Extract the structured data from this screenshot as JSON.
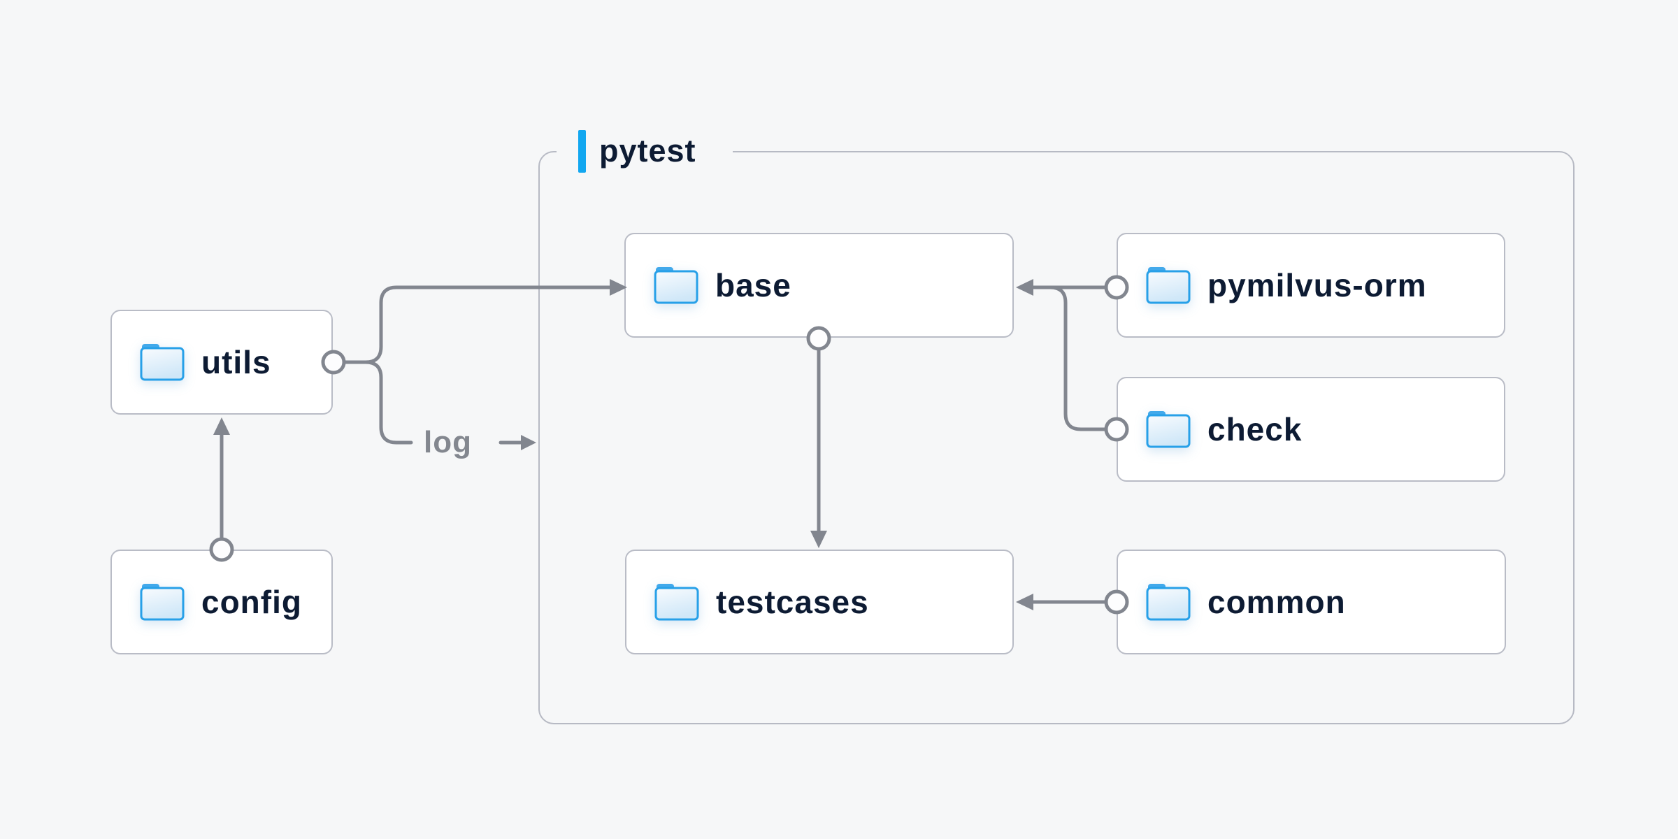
{
  "diagram": {
    "title": "pytest folder structure diagram",
    "background": "#f6f7f8",
    "colors": {
      "accent_blue": "#12a7f0",
      "folder_blue": "#27a0e8",
      "folder_tab_blue": "#42a9eb",
      "connector_gray": "#82868f",
      "border_gray": "#b9bcc6",
      "text_dark": "#0d1b33",
      "edge_label_gray": "#83878f",
      "node_fill": "#ffffff"
    },
    "container": {
      "label": "pytest"
    },
    "nodes": [
      {
        "id": "utils",
        "label": "utils",
        "icon": "folder-icon",
        "inside_container": false
      },
      {
        "id": "config",
        "label": "config",
        "icon": "folder-icon",
        "inside_container": false
      },
      {
        "id": "base",
        "label": "base",
        "icon": "folder-icon",
        "inside_container": true
      },
      {
        "id": "testcases",
        "label": "testcases",
        "icon": "folder-icon",
        "inside_container": true
      },
      {
        "id": "pymilvus-orm",
        "label": "pymilvus-orm",
        "icon": "folder-icon",
        "inside_container": false
      },
      {
        "id": "check",
        "label": "check",
        "icon": "folder-icon",
        "inside_container": false
      },
      {
        "id": "common",
        "label": "common",
        "icon": "folder-icon",
        "inside_container": false
      }
    ],
    "edges": [
      {
        "from": "config",
        "to": "utils"
      },
      {
        "from": "utils",
        "to": "base"
      },
      {
        "from": "utils",
        "to": "pytest",
        "label": "log"
      },
      {
        "from": "base",
        "to": "testcases"
      },
      {
        "from": "pymilvus-orm",
        "to": "base"
      },
      {
        "from": "check",
        "to": "base"
      },
      {
        "from": "common",
        "to": "testcases"
      }
    ]
  }
}
